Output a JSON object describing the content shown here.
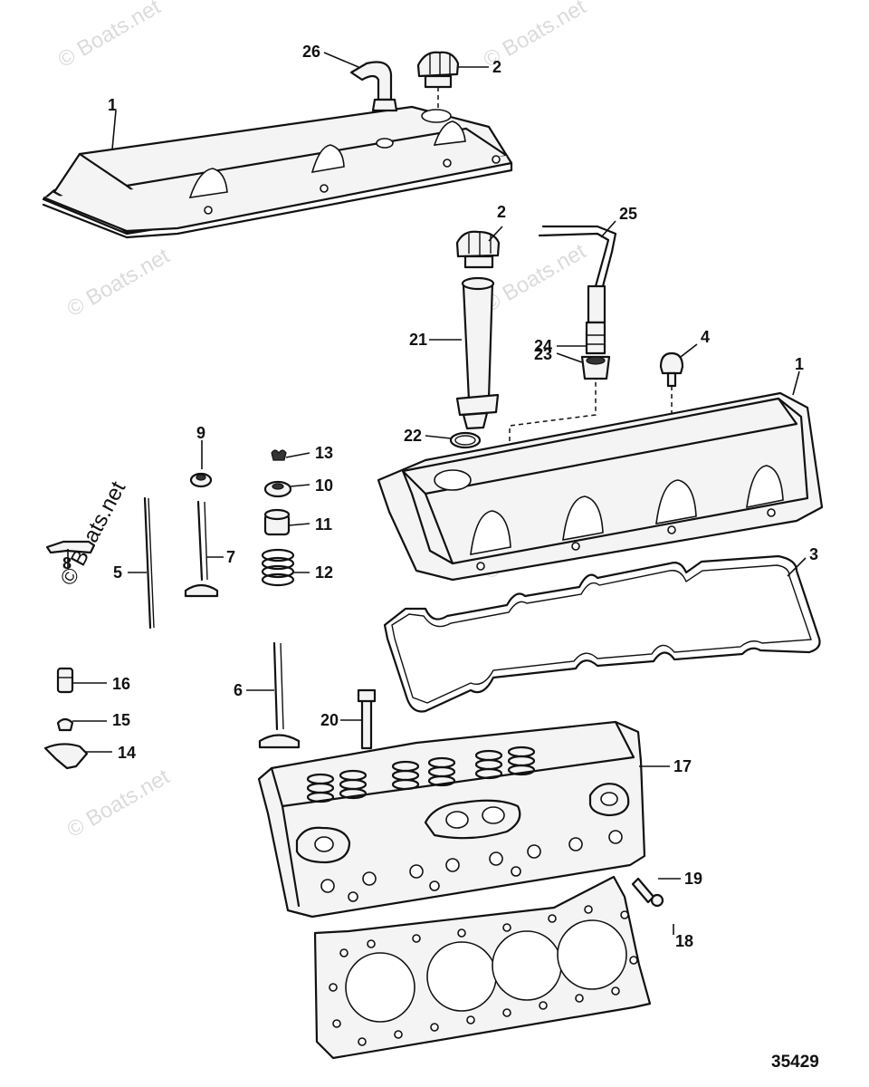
{
  "watermark_text": "© Boats.net",
  "figure_number": "35429",
  "callouts": {
    "c1a": "1",
    "c1b": "1",
    "c2a": "2",
    "c2b": "2",
    "c3": "3",
    "c4": "4",
    "c5": "5",
    "c6": "6",
    "c7": "7",
    "c8": "8",
    "c9": "9",
    "c10": "10",
    "c11": "11",
    "c12": "12",
    "c13": "13",
    "c14": "14",
    "c15": "15",
    "c16": "16",
    "c17": "17",
    "c18": "18",
    "c19": "19",
    "c20": "20",
    "c21": "21",
    "c22": "22",
    "c23": "23",
    "c24": "24",
    "c25": "25",
    "c26": "26"
  }
}
